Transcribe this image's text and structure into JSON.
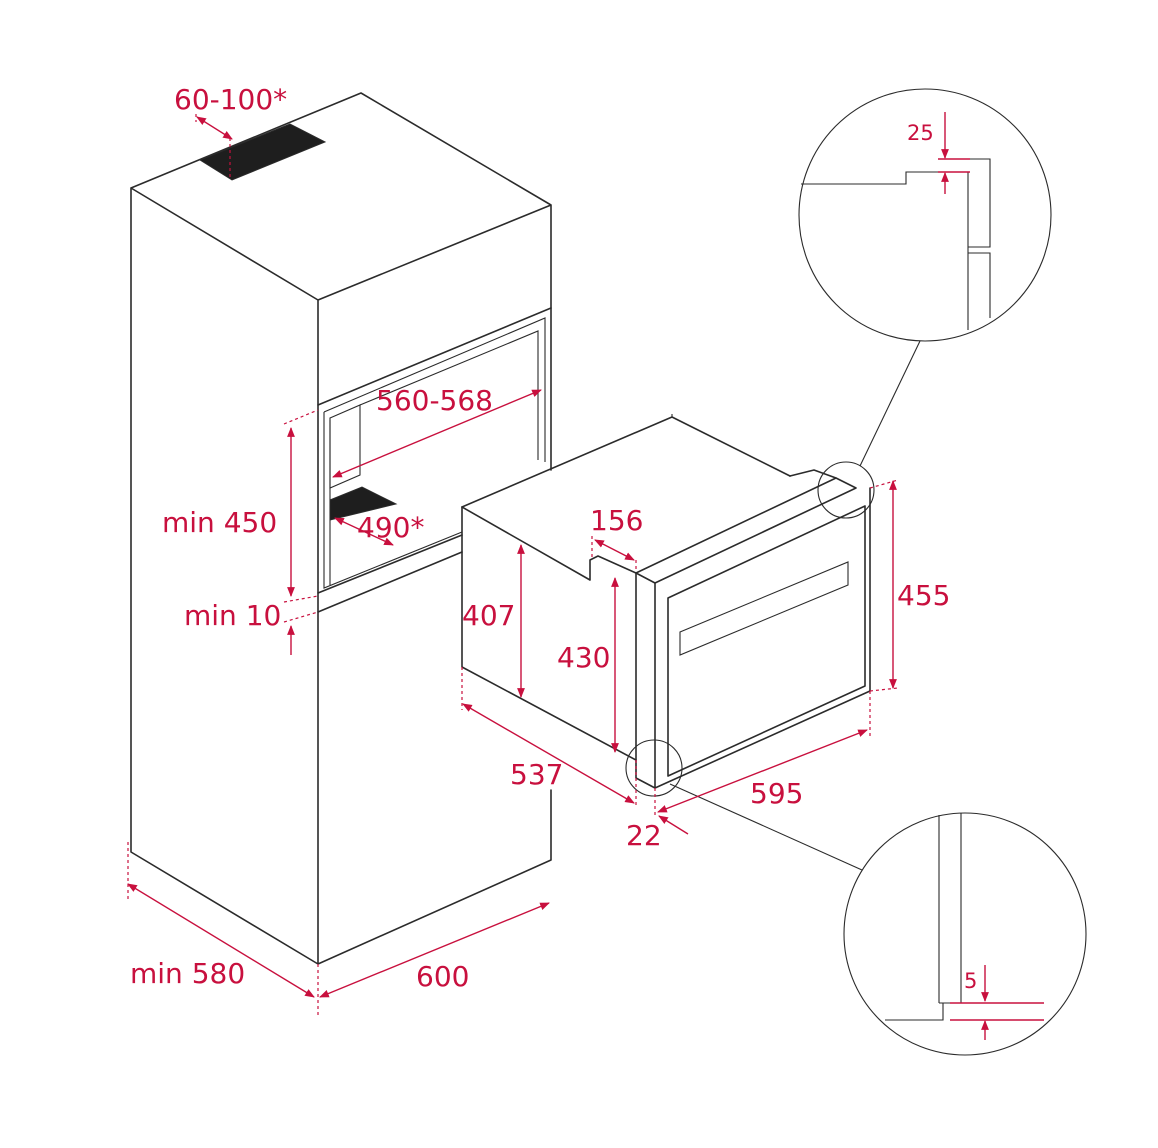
{
  "colors": {
    "line": "#2b2b2b",
    "dimension": "#c8103e",
    "fill": "#1e1e1e"
  },
  "labels": {
    "top_vent": "60-100*",
    "niche_width": "560-568",
    "niche_height": "min 450",
    "bottom_vent": "490*",
    "gap_below": "min 10",
    "cabinet_depth": "min 580",
    "cabinet_width": "600",
    "front_offset": "156",
    "side_height": "407",
    "body_height": "430",
    "front_height": "455",
    "oven_depth": "537",
    "oven_width": "595",
    "front_thickness": "22",
    "detail_top_gap": "25",
    "detail_bottom_gap": "5"
  }
}
